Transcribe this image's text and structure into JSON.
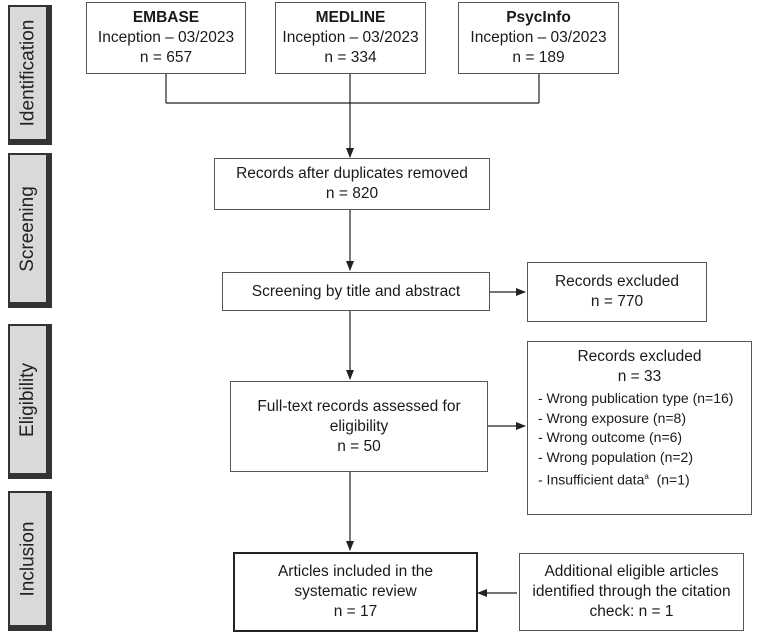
{
  "phases": {
    "identification": "Identification",
    "screening": "Screening",
    "eligibility": "Eligibility",
    "inclusion": "Inclusion"
  },
  "sources": [
    {
      "name": "EMBASE",
      "range": "Inception – 03/2023",
      "count": "n = 657"
    },
    {
      "name": "MEDLINE",
      "range": "Inception – 03/2023",
      "count": "n = 334"
    },
    {
      "name": "PsycInfo",
      "range": "Inception – 03/2023",
      "count": "n = 189"
    }
  ],
  "dedup": {
    "label": "Records after duplicates removed",
    "count": "n = 820"
  },
  "screening": {
    "label": "Screening by title and abstract"
  },
  "screen_excluded": {
    "label": "Records excluded",
    "count": "n = 770"
  },
  "fulltext": {
    "label": "Full-text records assessed for eligibility",
    "count": "n = 50"
  },
  "fulltext_excluded": {
    "label": "Records excluded",
    "count": "n = 33",
    "reasons": [
      "- Wrong publication type (n=16)",
      "- Wrong exposure (n=8)",
      "- Wrong outcome (n=6)",
      "- Wrong population (n=2)",
      "- Insufficient data"
    ],
    "last_marker": "a",
    "last_count": "(n=1)"
  },
  "included": {
    "label": "Articles included in the systematic review",
    "count": "n = 17"
  },
  "additional": {
    "label": "Additional eligible articles identified through the citation check: n = 1"
  }
}
